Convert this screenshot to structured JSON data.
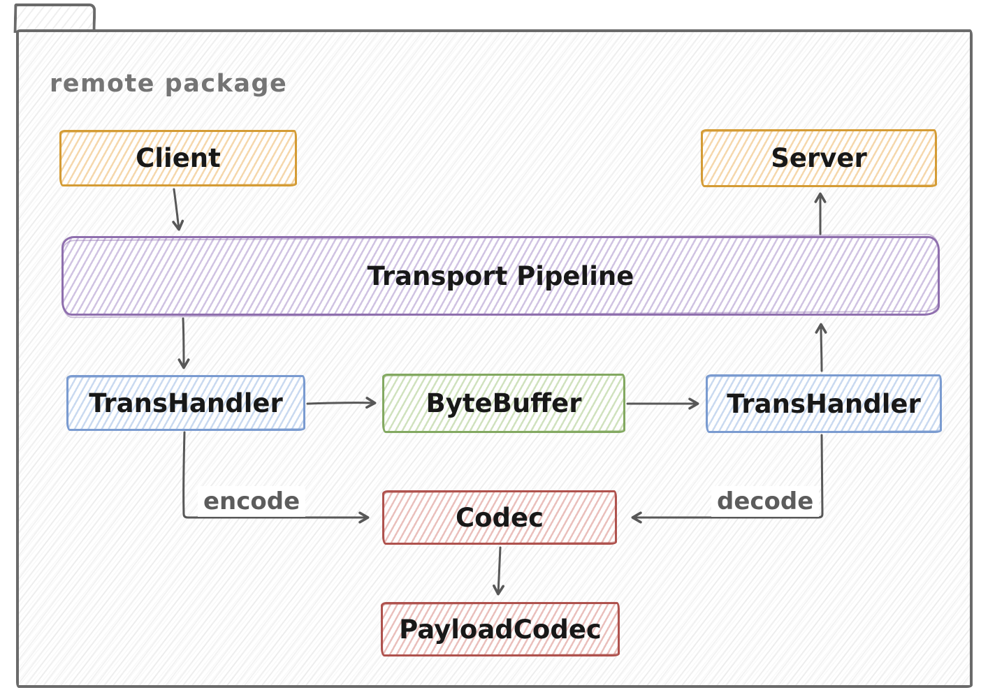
{
  "package": {
    "title": "remote package"
  },
  "nodes": [
    {
      "id": "client",
      "label": "Client",
      "color_family": "orange",
      "stroke": "#d49c35"
    },
    {
      "id": "server",
      "label": "Server",
      "color_family": "orange",
      "stroke": "#d49c35"
    },
    {
      "id": "transport-pipeline",
      "label": "Transport Pipeline",
      "color_family": "purple",
      "stroke": "#8f6fae"
    },
    {
      "id": "trans-handler-client",
      "label": "TransHandler",
      "color_family": "blue",
      "stroke": "#7a9bd0"
    },
    {
      "id": "byte-buffer",
      "label": "ByteBuffer",
      "color_family": "green",
      "stroke": "#83a961"
    },
    {
      "id": "trans-handler-server",
      "label": "TransHandler",
      "color_family": "blue",
      "stroke": "#7a9bd0"
    },
    {
      "id": "codec",
      "label": "Codec",
      "color_family": "red",
      "stroke": "#af524e"
    },
    {
      "id": "payload-codec",
      "label": "PayloadCodec",
      "color_family": "red",
      "stroke": "#af524e"
    }
  ],
  "edges": [
    {
      "from": "client",
      "to": "transport-pipeline",
      "label": ""
    },
    {
      "from": "transport-pipeline",
      "to": "trans-handler-client",
      "label": ""
    },
    {
      "from": "trans-handler-client",
      "to": "codec",
      "label": "encode"
    },
    {
      "from": "trans-handler-client",
      "to": "byte-buffer",
      "label": ""
    },
    {
      "from": "byte-buffer",
      "to": "trans-handler-server",
      "label": ""
    },
    {
      "from": "trans-handler-server",
      "to": "codec",
      "label": "decode"
    },
    {
      "from": "trans-handler-server",
      "to": "transport-pipeline",
      "label": ""
    },
    {
      "from": "transport-pipeline",
      "to": "server",
      "label": ""
    },
    {
      "from": "codec",
      "to": "payload-codec",
      "label": ""
    }
  ],
  "colors": {
    "folder_stroke": "#6a6a6a",
    "title_text": "#747474",
    "arrow": "#575757",
    "edge_label_text": "#5c5c5c",
    "node_label_text": "#181818",
    "orange_stroke": "#d49c35",
    "purple_stroke": "#8f6fae",
    "blue_stroke": "#7a9bd0",
    "green_stroke": "#83a961",
    "red_stroke": "#af524e"
  }
}
